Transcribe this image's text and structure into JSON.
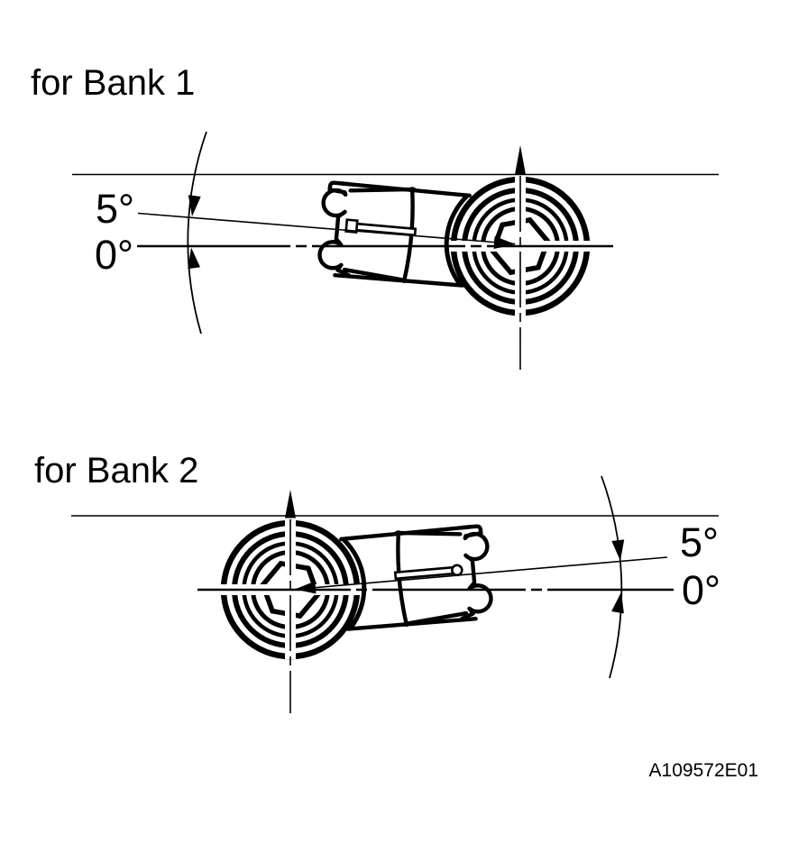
{
  "figure": {
    "code": "A109572E01",
    "ink_color": "#000000",
    "background_color": "#ffffff"
  },
  "bank1": {
    "title": "for Bank 1",
    "angle_upper": "5°",
    "angle_lower": "0°"
  },
  "bank2": {
    "title": "for Bank 2",
    "angle_upper": "5°",
    "angle_lower": "0°"
  }
}
